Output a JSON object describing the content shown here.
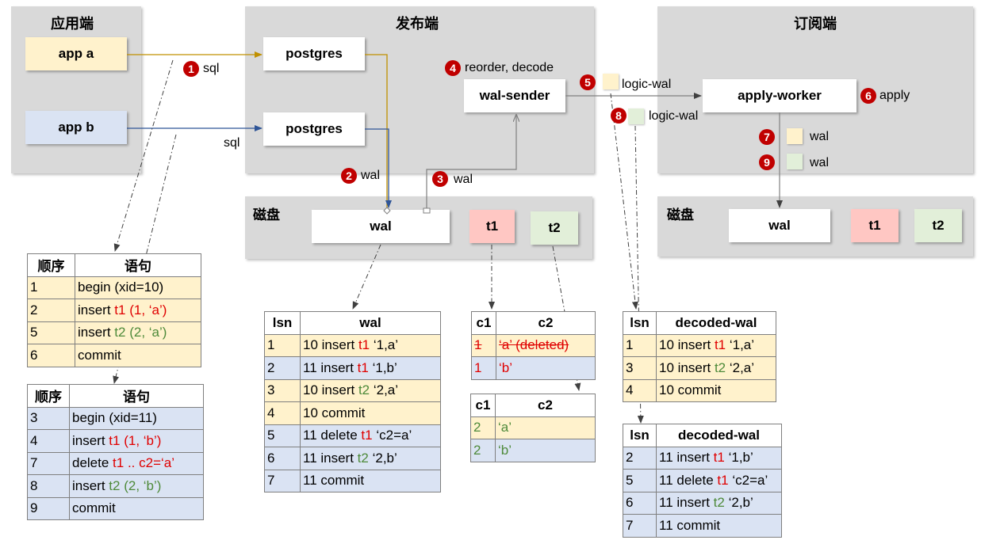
{
  "panels": {
    "app_side": "应用端",
    "publisher": "发布端",
    "subscriber": "订阅端",
    "disk_pub": "磁盘",
    "disk_sub": "磁盘"
  },
  "boxes": {
    "app_a": "app a",
    "app_b": "app b",
    "postgres1": "postgres",
    "postgres2": "postgres",
    "wal_sender": "wal-sender",
    "apply_worker": "apply-worker",
    "wal_pub": "wal",
    "t1_pub": "t1",
    "t2_pub": "t2",
    "wal_sub": "wal",
    "t1_sub": "t1",
    "t2_sub": "t2"
  },
  "steps": {
    "s1": {
      "n": "1",
      "text": "sql"
    },
    "s1b": {
      "text": "sql"
    },
    "s2": {
      "n": "2",
      "text": "wal"
    },
    "s3": {
      "n": "3",
      "text": "wal"
    },
    "s4": {
      "n": "4",
      "text": "reorder, decode"
    },
    "s5": {
      "n": "5",
      "text": "logic-wal"
    },
    "s6": {
      "n": "6",
      "text": "apply"
    },
    "s7": {
      "n": "7",
      "text": "wal"
    },
    "s8": {
      "n": "8",
      "text": "logic-wal"
    },
    "s9": {
      "n": "9",
      "text": "wal"
    }
  },
  "colors": {
    "txn_a": "#fff2cc",
    "txn_b": "#dae3f3",
    "t1": "#ffc7c3",
    "t2": "#e2efd9",
    "panel": "#d9d9d9",
    "marker": "#c00000",
    "arrow_a": "#c09000",
    "arrow_b": "#2f5597"
  },
  "table_a": {
    "headers": [
      "顺序",
      "语句"
    ],
    "rows": [
      {
        "c1": "1",
        "pre": "begin (xid=10)",
        "t": "",
        "post": "",
        "tc": ""
      },
      {
        "c1": "2",
        "pre": "insert ",
        "t": "t1 (1, ‘a’)",
        "post": "",
        "tc": "red"
      },
      {
        "c1": "5",
        "pre": "insert ",
        "t": "t2 (2, ‘a’)",
        "post": "",
        "tc": "grn"
      },
      {
        "c1": "6",
        "pre": "commit",
        "t": "",
        "post": "",
        "tc": ""
      }
    ]
  },
  "table_b": {
    "headers": [
      "顺序",
      "语句"
    ],
    "rows": [
      {
        "c1": "3",
        "pre": "begin (xid=11)",
        "t": "",
        "post": "",
        "tc": ""
      },
      {
        "c1": "4",
        "pre": "insert ",
        "t": "t1 (1, ‘b’)",
        "post": "",
        "tc": "red"
      },
      {
        "c1": "7",
        "pre": "delete ",
        "t": "t1 .. c2=‘a’",
        "post": "",
        "tc": "red"
      },
      {
        "c1": "8",
        "pre": "insert ",
        "t": "t2 (2, ‘b’)",
        "post": "",
        "tc": "grn"
      },
      {
        "c1": "9",
        "pre": "commit",
        "t": "",
        "post": "",
        "tc": ""
      }
    ]
  },
  "table_wal": {
    "headers": [
      "lsn",
      "wal"
    ],
    "rows": [
      {
        "c1": "1",
        "pre": "10 insert ",
        "t": "t1",
        "post": " ‘1,a’",
        "tc": "red",
        "bg": "yel"
      },
      {
        "c1": "2",
        "pre": "11 insert ",
        "t": "t1",
        "post": " ‘1,b’",
        "tc": "red",
        "bg": "blu"
      },
      {
        "c1": "3",
        "pre": "10 insert ",
        "t": "t2",
        "post": " ‘2,a’",
        "tc": "grn",
        "bg": "yel"
      },
      {
        "c1": "4",
        "pre": "10 commit",
        "t": "",
        "post": "",
        "tc": "",
        "bg": "yel"
      },
      {
        "c1": "5",
        "pre": "11 delete ",
        "t": "t1",
        "post": " ‘c2=a’",
        "tc": "red",
        "bg": "blu"
      },
      {
        "c1": "6",
        "pre": "11 insert ",
        "t": "t2",
        "post": " ‘2,b’",
        "tc": "grn",
        "bg": "blu"
      },
      {
        "c1": "7",
        "pre": "11 commit",
        "t": "",
        "post": "",
        "tc": "",
        "bg": "blu"
      }
    ]
  },
  "table_t1": {
    "headers": [
      "c1",
      "c2"
    ],
    "rows": [
      {
        "c1": "1",
        "c2": "‘a’ (deleted)",
        "bg": "yel"
      },
      {
        "c1": "1",
        "c2": "‘b’",
        "bg": "blu"
      }
    ]
  },
  "table_t2": {
    "headers": [
      "c1",
      "c2"
    ],
    "rows": [
      {
        "c1": "2",
        "c2": "‘a’",
        "bg": "yel"
      },
      {
        "c1": "2",
        "c2": "‘b’",
        "bg": "blu"
      }
    ]
  },
  "table_dec1": {
    "headers": [
      "lsn",
      "decoded-wal"
    ],
    "rows": [
      {
        "c1": "1",
        "pre": "10 insert ",
        "t": "t1",
        "post": " ‘1,a’",
        "tc": "red",
        "bg": "yel"
      },
      {
        "c1": "3",
        "pre": "10 insert ",
        "t": "t2",
        "post": " ‘2,a’",
        "tc": "grn",
        "bg": "yel"
      },
      {
        "c1": "4",
        "pre": "10 commit",
        "t": "",
        "post": "",
        "tc": "",
        "bg": "yel"
      }
    ]
  },
  "table_dec2": {
    "headers": [
      "lsn",
      "decoded-wal"
    ],
    "rows": [
      {
        "c1": "2",
        "pre": "11 insert ",
        "t": "t1",
        "post": " ‘1,b’",
        "tc": "red",
        "bg": "blu"
      },
      {
        "c1": "5",
        "pre": "11 delete ",
        "t": "t1",
        "post": " ‘c2=a’",
        "tc": "red",
        "bg": "blu"
      },
      {
        "c1": "6",
        "pre": "11 insert ",
        "t": "t2",
        "post": " ‘2,b’",
        "tc": "grn",
        "bg": "blu"
      },
      {
        "c1": "7",
        "pre": "11 commit",
        "t": "",
        "post": "",
        "tc": "",
        "bg": "blu"
      }
    ]
  }
}
